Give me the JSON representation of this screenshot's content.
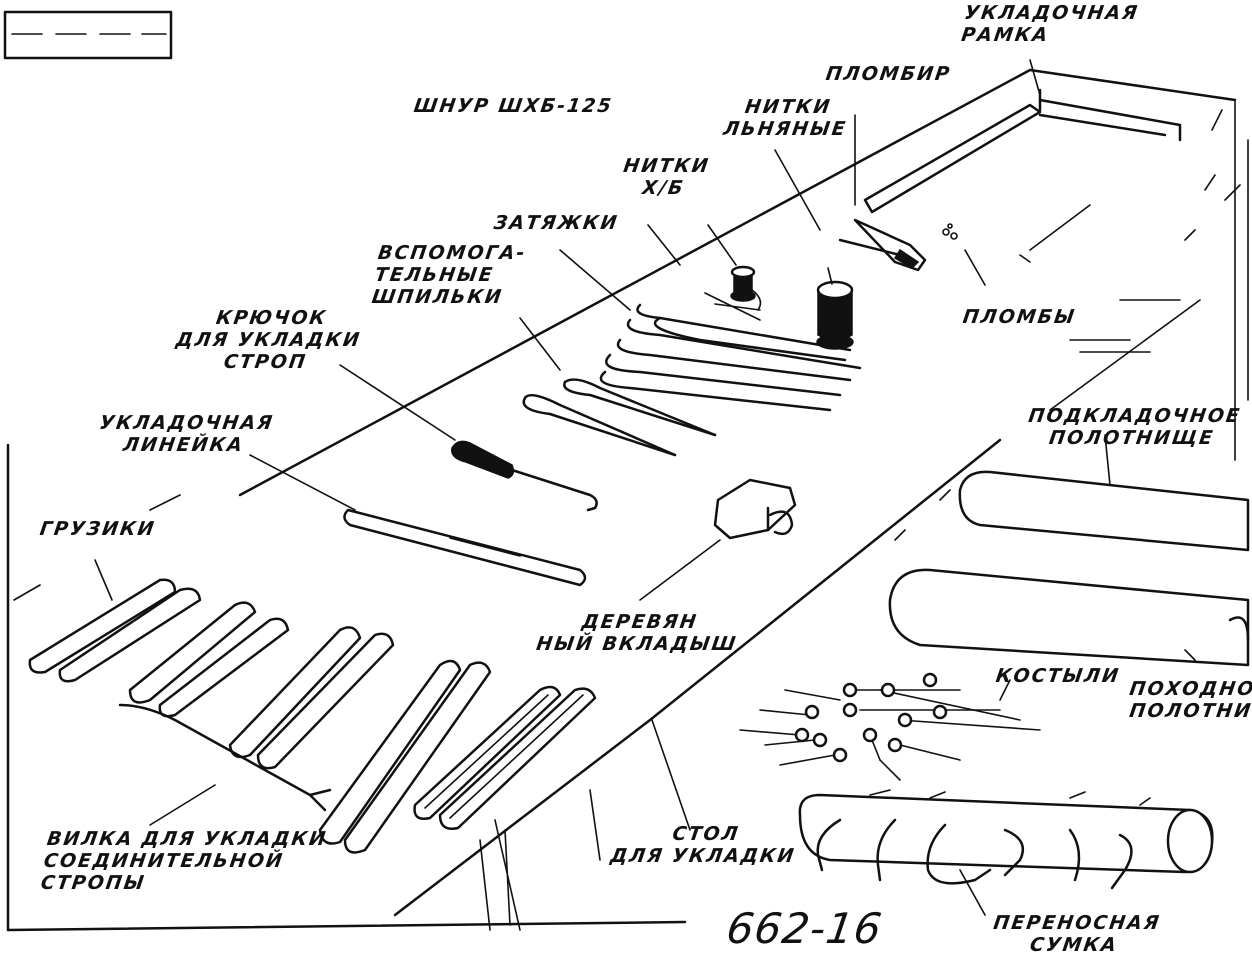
{
  "labels": {
    "frame": "УКЛАДОЧНАЯ\nРАМКА",
    "plombir": "ПЛОМБИР",
    "shnur": "ШНУР ШХБ-125",
    "flax": "НИТКИ\nЛЬНЯНЫЕ",
    "cotton": "НИТКИ\nХ/Б",
    "ties": "ЗАТЯЖКИ",
    "pins": "ВСПОМОГА-\nТЕЛЬНЫЕ\nШПИЛЬКИ",
    "hook": "КРЮЧОК\nДЛЯ УКЛАДКИ\nСТРОП",
    "seals": "ПЛОМБЫ",
    "ruler": "УКЛАДОЧНАЯ\nЛИНЕЙКА",
    "cloth": "ПОДКЛАДОЧНОЕ\nПОЛОТНИЩЕ",
    "weights": "ГРУЗИКИ",
    "insert": "ДЕРЕВЯН\nНЫЙ ВКЛАДЫШ",
    "stakes": "КОСТЫЛИ",
    "camp": "ПОХОДНО\nПОЛОТНИ",
    "fork": "ВИЛКА ДЛЯ УКЛАДКИ\nСОЕДИНИТЕЛЬНОЙ\nСТРОПЫ",
    "table": "СТОЛ\nДЛЯ УКЛАДКИ",
    "bag": "ПЕРЕНОСНАЯ\nСУМКА",
    "code": "662-16"
  }
}
